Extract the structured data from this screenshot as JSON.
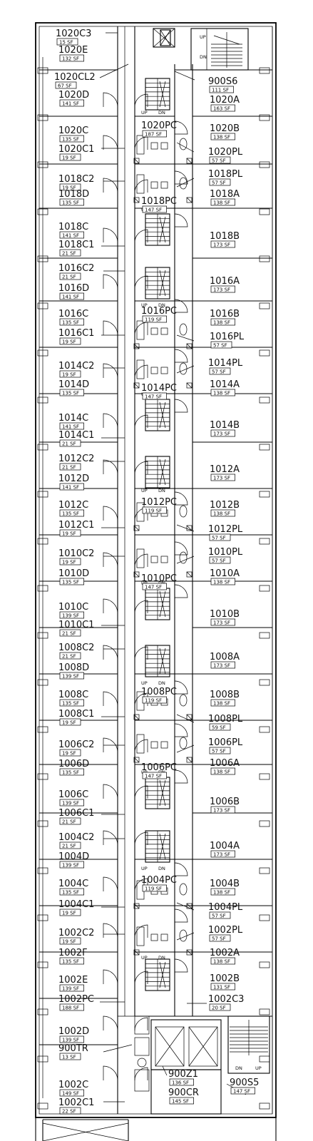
{
  "rooms": [
    {
      "name": "1020C3",
      "area": "15 SF"
    },
    {
      "name": "1020E",
      "area": "132 SF"
    },
    {
      "name": "1020CL2",
      "area": "67 SF"
    },
    {
      "name": "1020D",
      "area": "141 SF"
    },
    {
      "name": "900S6",
      "area": "111 SF"
    },
    {
      "name": "1020A",
      "area": "163 SF"
    },
    {
      "name": "1020C",
      "area": "135 SF"
    },
    {
      "name": "1020PC",
      "area": "187 SF"
    },
    {
      "name": "1020B",
      "area": "138 SF"
    },
    {
      "name": "1020C1",
      "area": "19 SF"
    },
    {
      "name": "1020PL",
      "area": "57 SF"
    },
    {
      "name": "1018C2",
      "area": "19 SF"
    },
    {
      "name": "1018PL",
      "area": "57 SF"
    },
    {
      "name": "1018D",
      "area": "135 SF"
    },
    {
      "name": "1018PC",
      "area": "147 SF"
    },
    {
      "name": "1018A",
      "area": "138 SF"
    },
    {
      "name": "1018C",
      "area": "141 SF"
    },
    {
      "name": "1018B",
      "area": "173 SF"
    },
    {
      "name": "1018C1",
      "area": "21 SF"
    },
    {
      "name": "1016C2",
      "area": "21 SF"
    },
    {
      "name": "1016A",
      "area": "173 SF"
    },
    {
      "name": "1016D",
      "area": "141 SF"
    },
    {
      "name": "1016C",
      "area": "135 SF"
    },
    {
      "name": "1016PC",
      "area": "119 SF"
    },
    {
      "name": "1016B",
      "area": "138 SF"
    },
    {
      "name": "1016C1",
      "area": "19 SF"
    },
    {
      "name": "1016PL",
      "area": "57 SF"
    },
    {
      "name": "1014PL",
      "area": "57 SF"
    },
    {
      "name": "1014C2",
      "area": "19 SF"
    },
    {
      "name": "1014D",
      "area": "135 SF"
    },
    {
      "name": "1014PC",
      "area": "147 SF"
    },
    {
      "name": "1014A",
      "area": "138 SF"
    },
    {
      "name": "1014C",
      "area": "141 SF"
    },
    {
      "name": "1014B",
      "area": "173 SF"
    },
    {
      "name": "1014C1",
      "area": "21 SF"
    },
    {
      "name": "1012C2",
      "area": "21 SF"
    },
    {
      "name": "1012A",
      "area": "173 SF"
    },
    {
      "name": "1012D",
      "area": "141 SF"
    },
    {
      "name": "1012C",
      "area": "135 SF"
    },
    {
      "name": "1012PC",
      "area": "119 SF"
    },
    {
      "name": "1012B",
      "area": "138 SF"
    },
    {
      "name": "1012C1",
      "area": "19 SF"
    },
    {
      "name": "1012PL",
      "area": "57 SF"
    },
    {
      "name": "1010C2",
      "area": "19 SF"
    },
    {
      "name": "1010PL",
      "area": "57 SF"
    },
    {
      "name": "1010D",
      "area": "135 SF"
    },
    {
      "name": "1010PC",
      "area": "147 SF"
    },
    {
      "name": "1010A",
      "area": "138 SF"
    },
    {
      "name": "1010C",
      "area": "139 SF"
    },
    {
      "name": "1010B",
      "area": "173 SF"
    },
    {
      "name": "1010C1",
      "area": "21 SF"
    },
    {
      "name": "1008C2",
      "area": "21 SF"
    },
    {
      "name": "1008A",
      "area": "173 SF"
    },
    {
      "name": "1008D",
      "area": "139 SF"
    },
    {
      "name": "1008C",
      "area": "135 SF"
    },
    {
      "name": "1008PC",
      "area": "119 SF"
    },
    {
      "name": "1008B",
      "area": "138 SF"
    },
    {
      "name": "1008C1",
      "area": "19 SF"
    },
    {
      "name": "1008PL",
      "area": "59 SF"
    },
    {
      "name": "1006C2",
      "area": "19 SF"
    },
    {
      "name": "1006PL",
      "area": "57 SF"
    },
    {
      "name": "1006D",
      "area": "135 SF"
    },
    {
      "name": "1006PC",
      "area": "147 SF"
    },
    {
      "name": "1006A",
      "area": "138 SF"
    },
    {
      "name": "1006C",
      "area": "139 SF"
    },
    {
      "name": "1006B",
      "area": "173 SF"
    },
    {
      "name": "1006C1",
      "area": "21 SF"
    },
    {
      "name": "1004C2",
      "area": "21 SF"
    },
    {
      "name": "1004A",
      "area": "173 SF"
    },
    {
      "name": "1004D",
      "area": "139 SF"
    },
    {
      "name": "1004C",
      "area": "135 SF"
    },
    {
      "name": "1004PC",
      "area": "119 SF"
    },
    {
      "name": "1004B",
      "area": "138 SF"
    },
    {
      "name": "1004C1",
      "area": "19 SF"
    },
    {
      "name": "1004PL",
      "area": "57 SF"
    },
    {
      "name": "1002C2",
      "area": "19 SF"
    },
    {
      "name": "1002PL",
      "area": "57 SF"
    },
    {
      "name": "1002F",
      "area": "135 SF"
    },
    {
      "name": "1002A",
      "area": "138 SF"
    },
    {
      "name": "1002E",
      "area": "139 SF"
    },
    {
      "name": "1002B",
      "area": "131 SF"
    },
    {
      "name": "1002PC",
      "area": "188 SF"
    },
    {
      "name": "1002C3",
      "area": "20 SF"
    },
    {
      "name": "1002D",
      "area": "139 SF"
    },
    {
      "name": "900TR",
      "area": "13 SF"
    },
    {
      "name": "900Z1",
      "area": "136 SF"
    },
    {
      "name": "900S5",
      "area": "147 SF"
    },
    {
      "name": "1002C",
      "area": "149 SF"
    },
    {
      "name": "900CR",
      "area": "145 SF"
    },
    {
      "name": "1002C1",
      "area": "22 SF"
    }
  ],
  "stair_marks": {
    "up": "UP",
    "down": "DN"
  }
}
